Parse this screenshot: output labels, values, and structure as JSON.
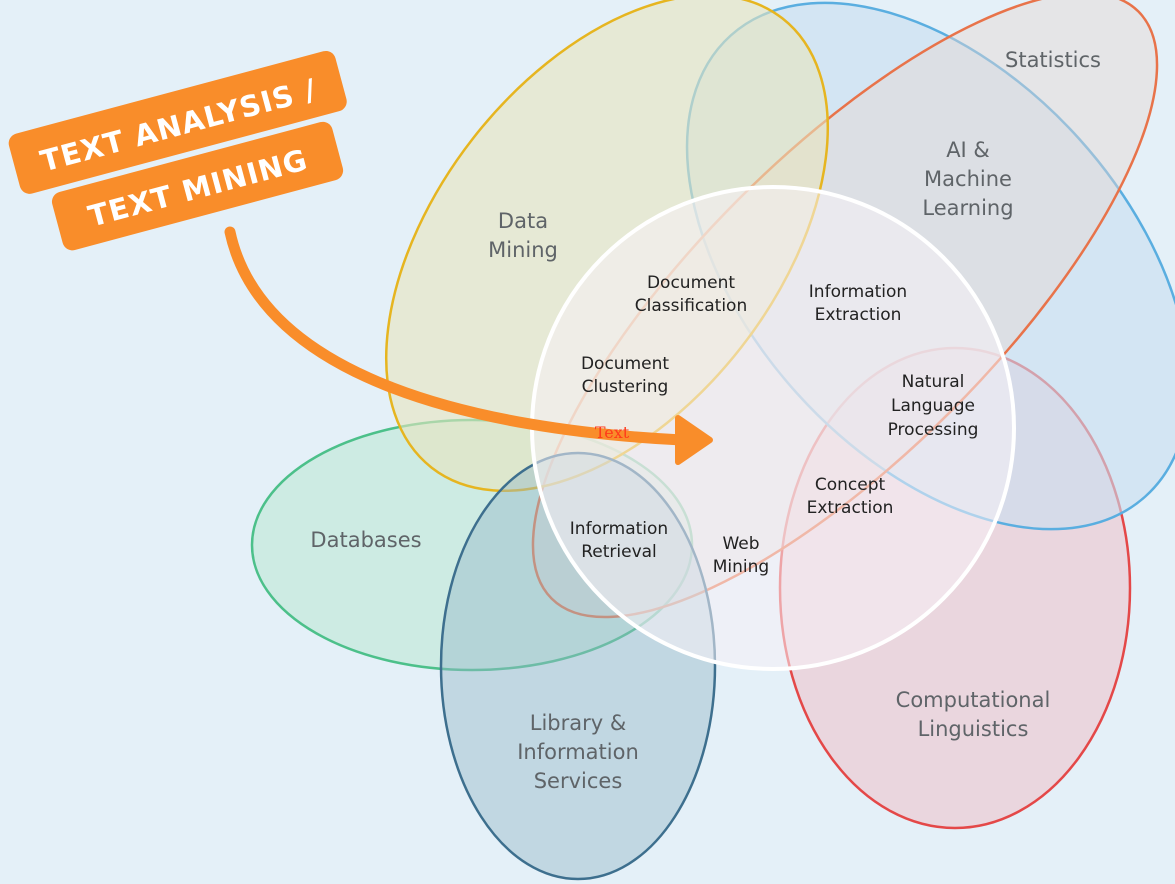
{
  "banner": {
    "line1": "TEXT ANALYSIS /",
    "line2": "TEXT MINING",
    "color": "#f98d2a"
  },
  "arrow_label": "Text",
  "sets": {
    "data_mining": [
      "Data",
      "Mining"
    ],
    "statistics": [
      "Statistics"
    ],
    "ai_ml": [
      "AI &",
      "Machine",
      "Learning"
    ],
    "databases": [
      "Databases"
    ],
    "library": [
      "Library &",
      "Information",
      "Services"
    ],
    "comp_ling": [
      "Computational",
      "Linguistics"
    ]
  },
  "regions": {
    "doc_classification": [
      "Document",
      "Classification"
    ],
    "info_extraction": [
      "Information",
      "Extraction"
    ],
    "doc_clustering": [
      "Document",
      "Clustering"
    ],
    "nlp": [
      "Natural",
      "Language",
      "Processing"
    ],
    "concept_extraction": [
      "Concept",
      "Extraction"
    ],
    "info_retrieval": [
      "Information",
      "Retrieval"
    ],
    "web_mining": [
      "Web",
      "Mining"
    ]
  },
  "colors": {
    "data_mining": "#e6b520",
    "statistics": "#e8734a",
    "ai_ml": "#5aaee0",
    "databases": "#4cc08a",
    "library": "#3d6f8e",
    "comp_ling": "#e44848",
    "center": "#ffffff"
  }
}
